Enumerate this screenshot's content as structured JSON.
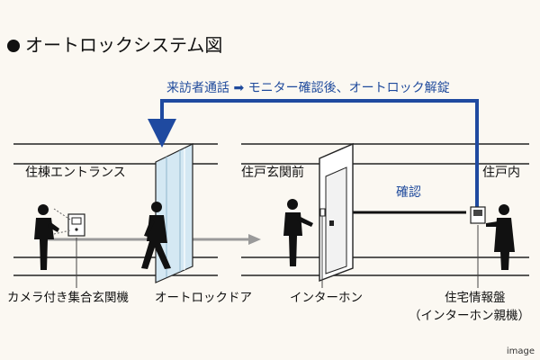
{
  "title": "オートロックシステム図",
  "flow_label": "来訪者通話 ➡ モニター確認後、オートロック解錠",
  "confirm_label": "確認",
  "sections": {
    "entrance": "住棟エントランス",
    "front": "住戸玄関前",
    "inside": "住戸内"
  },
  "captions": {
    "camera_panel": "カメラ付き集合玄関機",
    "autolock_door": "オートロックドア",
    "interphone": "インターホン",
    "home_panel": "住宅情報盤",
    "home_panel_sub": "（インターホン親機）"
  },
  "image_tag": "image",
  "colors": {
    "blue_arrow": "#1f4aa0",
    "gray_arrow": "#9a9a9a",
    "door_glass": "#cfe5f1"
  }
}
